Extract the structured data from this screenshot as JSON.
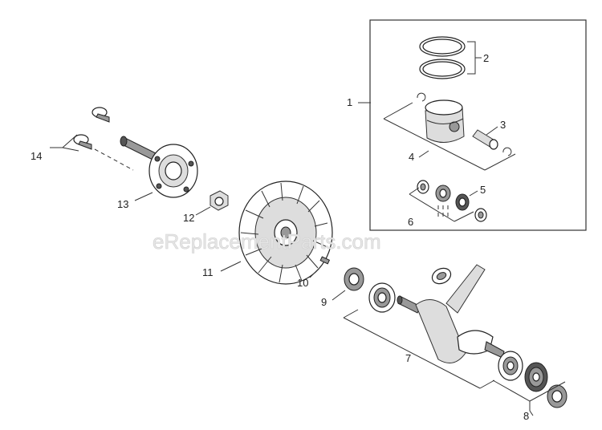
{
  "watermark": "eReplacementParts.com",
  "callouts": {
    "c1": "1",
    "c2": "2",
    "c3": "3",
    "c4": "4",
    "c5": "5",
    "c6": "6",
    "c7": "7",
    "c8": "8",
    "c9": "9",
    "c10": "10",
    "c11": "11",
    "c12": "12",
    "c13": "13",
    "c14": "14"
  }
}
